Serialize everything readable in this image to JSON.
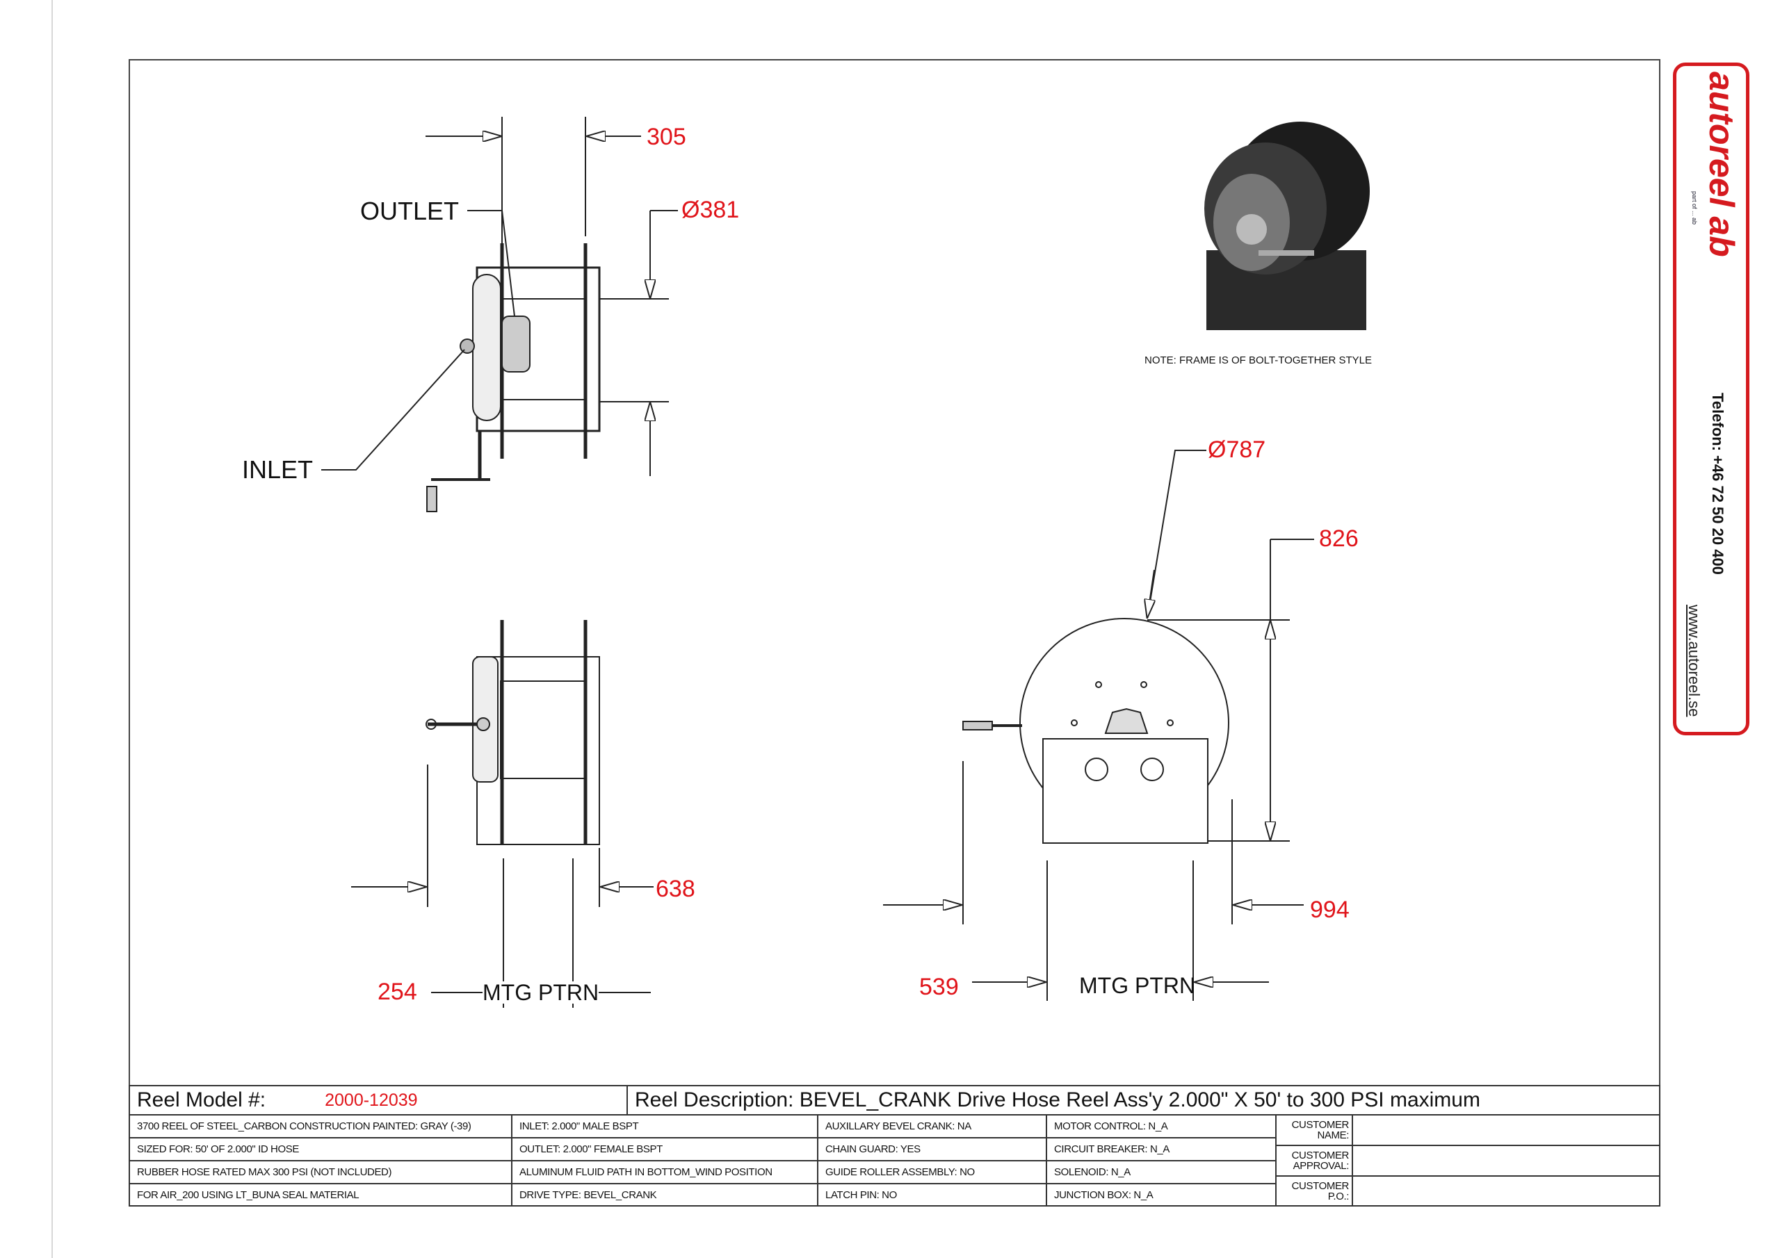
{
  "drawing": {
    "labels": {
      "outlet": "OUTLET",
      "inlet": "INLET",
      "mtg_ptrn_left": "MTG PTRN",
      "mtg_ptrn_right": "MTG PTRN"
    },
    "dimensions": {
      "d305": "305",
      "d381": "Ø381",
      "d787": "Ø787",
      "d826": "826",
      "d638": "638",
      "d994": "994",
      "d254": "254",
      "d539": "539"
    },
    "note": "NOTE: FRAME IS OF BOLT-TOGETHER STYLE"
  },
  "title_block": {
    "model_label": "Reel Model #:",
    "model_value": "2000-12039",
    "description": "Reel Description: BEVEL_CRANK Drive Hose Reel Ass'y 2.000\" X 50' to 300 PSI maximum",
    "col1": [
      "3700  REEL OF STEEL_CARBON CONSTRUCTION PAINTED: GRAY (-39)",
      "SIZED FOR: 50' OF 2.000\" ID HOSE",
      "RUBBER HOSE RATED MAX 300 PSI (NOT INCLUDED)",
      "FOR AIR_200 USING LT_BUNA SEAL MATERIAL"
    ],
    "col2": [
      "INLET: 2.000\" MALE BSPT",
      "OUTLET:  2.000\"  FEMALE BSPT",
      "ALUMINUM FLUID PATH IN BOTTOM_WIND POSITION",
      "DRIVE TYPE: BEVEL_CRANK"
    ],
    "col3": [
      "AUXILLARY BEVEL CRANK: NA",
      "CHAIN GUARD: YES",
      "GUIDE ROLLER ASSEMBLY: NO",
      "LATCH PIN: NO"
    ],
    "col4": [
      "MOTOR CONTROL: N_A",
      "CIRCUIT BREAKER: N_A",
      "SOLENOID: N_A",
      "JUNCTION BOX: N_A"
    ],
    "customer": [
      {
        "l1": "CUSTOMER",
        "l2": "NAME:",
        "value": ""
      },
      {
        "l1": "CUSTOMER",
        "l2": "APPROVAL:",
        "value": ""
      },
      {
        "l1": "CUSTOMER",
        "l2": "P.O.:",
        "value": ""
      }
    ]
  },
  "logo": {
    "brand": "autoreel ab",
    "tagline": "part of ... ab",
    "phone": "Telefon: +46 72 50 20 400",
    "website": "www.autoreel.se",
    "color": "#d51a1f"
  }
}
